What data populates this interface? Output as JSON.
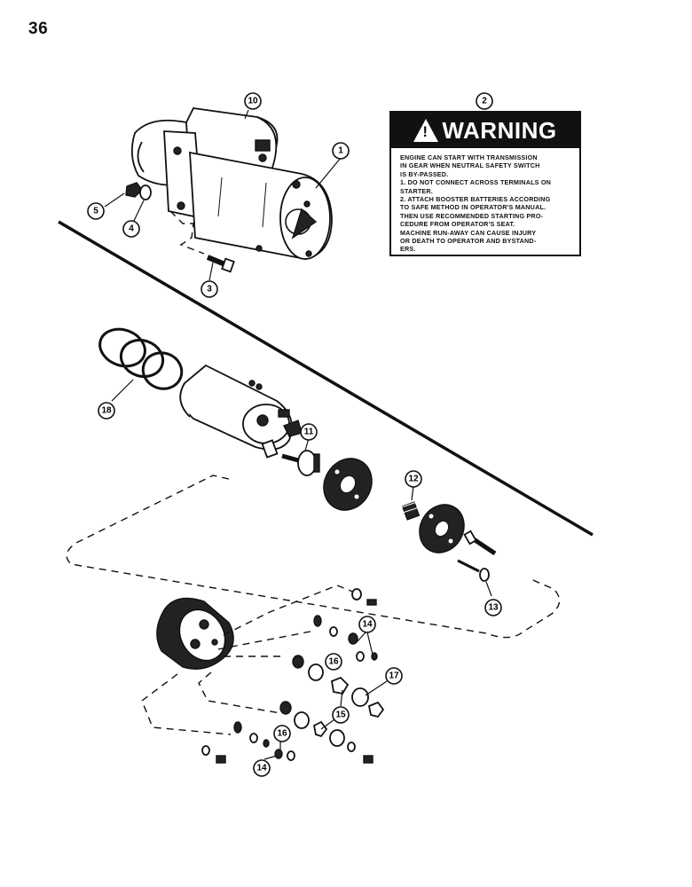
{
  "page_number": "36",
  "warning_label": {
    "header": "WARNING",
    "lines": [
      "ENGINE CAN START WITH TRANSMISSION",
      "IN GEAR WHEN NEUTRAL SAFETY SWITCH",
      "IS BY-PASSED.",
      "1. DO NOT CONNECT ACROSS TERMINALS ON",
      "STARTER.",
      "2. ATTACH BOOSTER BATTERIES ACCORDING",
      "TO SAFE METHOD IN OPERATOR'S MANUAL.",
      "THEN USE RECOMMENDED STARTING PRO-",
      "CEDURE FROM OPERATOR'S SEAT.",
      "MACHINE RUN-AWAY CAN CAUSE INJURY",
      "OR DEATH TO OPERATOR AND BYSTAND-",
      "ERS."
    ]
  },
  "callouts": [
    "1",
    "2",
    "3",
    "4",
    "5",
    "10",
    "11",
    "12",
    "13",
    "14",
    "15",
    "16",
    "17",
    "18",
    "14",
    "16"
  ]
}
